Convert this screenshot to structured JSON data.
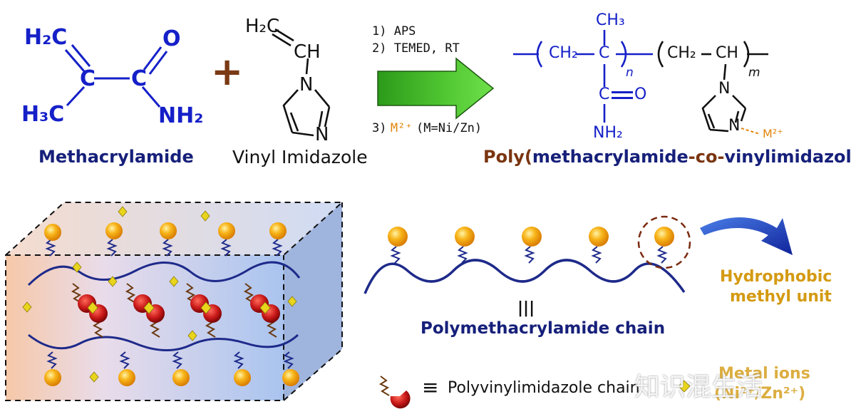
{
  "scheme": {
    "methacrylamide": {
      "h2c": "H₂C",
      "c_left": "C",
      "c_right": "C",
      "o": "O",
      "h3c": "H₃C",
      "nh2": "NH₂",
      "name": "Methacrylamide"
    },
    "plus": "+",
    "vinyl_imidazole": {
      "h2c": "H₂C",
      "ch": "CH",
      "n_top": "N",
      "n_bottom": "N",
      "name": "Vinyl Imidazole"
    },
    "conditions": {
      "step1": "1)  APS",
      "step2": "2)  TEMED, RT",
      "step3_prefix": "3)",
      "step3_metal": "M²⁺",
      "step3_suffix": "(M=Ni/Zn)"
    },
    "polymer": {
      "ch3": "CH₃",
      "ch2_a": "CH₂",
      "c_center": "C",
      "sub_n": "n",
      "ch2_b": "CH₂",
      "ch": "CH",
      "sub_m": "m",
      "c_carbonyl": "C",
      "o": "O",
      "nh2": "NH₂",
      "n_top": "N",
      "n_bottom": "N",
      "metal": "M²⁺"
    },
    "product_name": {
      "part1": "Poly(",
      "part2": "methacrylamide",
      "part3": "-co-",
      "part4": "vinylimidazole",
      "part5": ")"
    }
  },
  "diagram": {
    "hydrophobic_label_line1": "Hydrophobic",
    "hydrophobic_label_line2": "methyl unit",
    "equiv_symbol": "|||",
    "chain_label": "Polymethacrylamide chain",
    "legend_equiv": "≡",
    "legend_text": "Polyvinylimidazole chain",
    "metal_label_line1": "Metal ions",
    "metal_label_line2": "(Ni²⁺/Zn²⁺)",
    "watermark": "知识混生活"
  },
  "colors": {
    "blue": "#1520c8",
    "navy": "#16207a",
    "brown": "#7a3510",
    "orange": "#e0850a",
    "gold": "#d49a12",
    "arrow_green": "#3cb82a",
    "ball_orange": "#f5a40a",
    "red_unit": "#c41818",
    "diamond_yellow": "#e6d21a"
  }
}
